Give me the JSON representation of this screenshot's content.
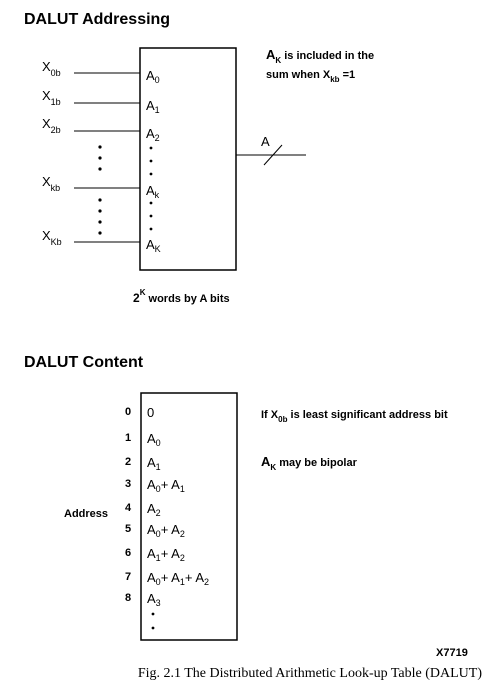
{
  "addressing": {
    "title": "DALUT Addressing",
    "inputs": [
      {
        "base": "X",
        "sub": "0b"
      },
      {
        "base": "X",
        "sub": "1b"
      },
      {
        "base": "X",
        "sub": "2b"
      },
      {
        "base": "X",
        "sub": "kb"
      },
      {
        "base": "X",
        "sub": "Kb"
      }
    ],
    "ports": [
      {
        "base": "A",
        "sub": "0"
      },
      {
        "base": "A",
        "sub": "1"
      },
      {
        "base": "A",
        "sub": "2"
      },
      {
        "base": "A",
        "sub": "k"
      },
      {
        "base": "A",
        "sub": "K"
      }
    ],
    "output_label": "A",
    "note_line1_base": "A",
    "note_line1_sub": "K",
    "note_line1_rest": " is included in the",
    "note_line2_pre": "sum when X",
    "note_line2_sub": "kb",
    "note_line2_post": " =1",
    "words_base": "2",
    "words_sup": "K",
    "words_rest": " words by A bits"
  },
  "content": {
    "title": "DALUT Content",
    "address_label": "Address",
    "rows": [
      {
        "addr": "0",
        "parts": [
          {
            "t": "0"
          }
        ]
      },
      {
        "addr": "1",
        "parts": [
          {
            "t": "A",
            "s": "0"
          }
        ]
      },
      {
        "addr": "2",
        "parts": [
          {
            "t": "A",
            "s": "1"
          }
        ]
      },
      {
        "addr": "3",
        "parts": [
          {
            "t": "A",
            "s": "0"
          },
          {
            "t": "+ A",
            "s": "1"
          }
        ]
      },
      {
        "addr": "4",
        "parts": [
          {
            "t": "A",
            "s": "2"
          }
        ]
      },
      {
        "addr": "5",
        "parts": [
          {
            "t": "A",
            "s": "0"
          },
          {
            "t": "+ A",
            "s": "2"
          }
        ]
      },
      {
        "addr": "6",
        "parts": [
          {
            "t": "A",
            "s": "1"
          },
          {
            "t": "+ A",
            "s": "2"
          }
        ]
      },
      {
        "addr": "7",
        "parts": [
          {
            "t": "A",
            "s": "0"
          },
          {
            "t": "+ A",
            "s": "1"
          },
          {
            "t": "+ A",
            "s": "2"
          }
        ]
      },
      {
        "addr": "8",
        "parts": [
          {
            "t": "A",
            "s": "3"
          }
        ]
      }
    ],
    "note1_pre": "If X",
    "note1_sub": "0b",
    "note1_post": " is least significant address bit",
    "note2_base": "A",
    "note2_sub": "K",
    "note2_post": " may be bipolar"
  },
  "figure_code": "X7719",
  "caption": "Fig. 2.1 The Distributed Arithmetic Look-up Table (DALUT)"
}
